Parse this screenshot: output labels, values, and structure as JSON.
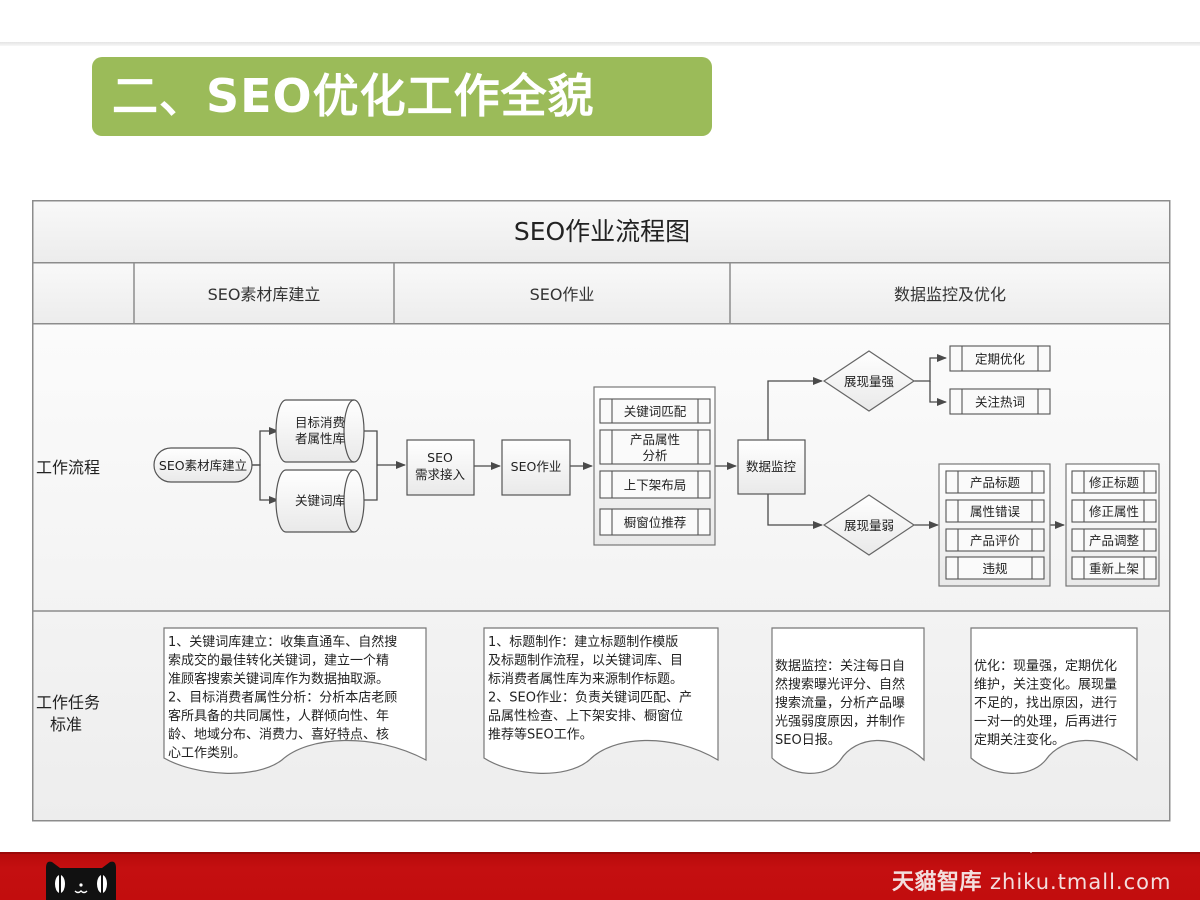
{
  "slide": {
    "title": "二、SEO优化工作全貌",
    "accent_color": "#9bbb59",
    "footer_color": "#c20d0e"
  },
  "diagram": {
    "title": "SEO作业流程图",
    "phases": [
      "SEO素材库建立",
      "SEO作业",
      "数据监控及优化"
    ],
    "rows": {
      "workflow": "工作流程",
      "standards_line1": "工作任务",
      "standards_line2": "标准"
    },
    "workflow": {
      "start": "SEO素材库建立",
      "db_consumer_line1": "目标消费",
      "db_consumer_line2": "者属性库",
      "db_keywords": "关键词库",
      "intake_line1": "SEO",
      "intake_line2": "需求接入",
      "seo_work": "SEO作业",
      "work_items": [
        "关键词匹配",
        "产品属性|分析",
        "上下架布局",
        "橱窗位推荐"
      ],
      "monitor": "数据监控",
      "decision_strong": "展现量强",
      "decision_weak": "展现量弱",
      "strong_actions": [
        "定期优化",
        "关注热词"
      ],
      "weak_issues": [
        "产品标题",
        "属性错误",
        "产品评价",
        "违规"
      ],
      "weak_fixes": [
        "修正标题",
        "修正属性",
        "产品调整",
        "重新上架"
      ]
    },
    "standards": [
      {
        "lines": [
          "1、关键词库建立：收集直通车、自然搜",
          "索成交的最佳转化关键词，建立一个精",
          "准顾客搜索关键词库作为数据抽取源。",
          "2、目标消费者属性分析：分析本店老顾",
          "客所具备的共同属性，人群倾向性、年",
          "龄、地域分布、消费力、喜好特点、核",
          "心工作类别。"
        ]
      },
      {
        "lines": [
          "1、标题制作：建立标题制作模版",
          "及标题制作流程，以关键词库、目",
          "标消费者属性库为来源制作标题。",
          "2、SEO作业：负责关键词匹配、产",
          "品属性检查、上下架安排、橱窗位",
          "推荐等SEO工作。"
        ]
      },
      {
        "lines": [
          "数据监控：关注每日自",
          "然搜索曝光评分、自然",
          "搜索流量，分析产品曝",
          "光强弱度原因，并制作",
          "SEO日报。"
        ]
      },
      {
        "lines": [
          "优化：现量强，定期优化",
          "维护，关注变化。展现量",
          "不足的，找出原因，进行",
          "一对一的处理，后再进行",
          "定期关注变化。"
        ]
      }
    ]
  },
  "footer": {
    "brand_cn": "天貓智库",
    "url": "zhiku.tmall.com",
    "logo_icon": "tmall-cat-logo-icon"
  }
}
